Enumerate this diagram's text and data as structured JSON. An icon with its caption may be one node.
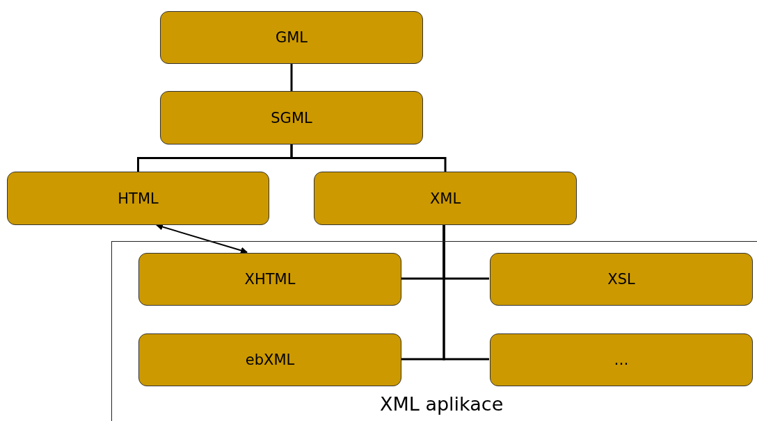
{
  "diagram": {
    "nodes": [
      {
        "text": [
          "GML"
        ]
      },
      {
        "text": [
          "SGML"
        ]
      },
      {
        "text": [
          "HTML"
        ]
      },
      {
        "text": [
          "XML"
        ]
      },
      {
        "text": [
          "XML aplikace"
        ]
      },
      {
        "text": [
          "XHTML"
        ],
        "in": 4
      },
      {
        "text": [
          "XSL"
        ],
        "in": 4
      },
      {
        "text": [
          "ebXML"
        ],
        "in": 4
      },
      {
        "text": [
          "…"
        ],
        "in": 4
      }
    ],
    "edges": [
      {
        "from": 0,
        "to": 1,
        "arrow": "none"
      },
      {
        "from": 1,
        "to": 2,
        "arrow": "none"
      },
      {
        "from": 1,
        "to": 3,
        "arrow": "none"
      },
      {
        "from": 3,
        "to": 5,
        "arrow": "none"
      },
      {
        "from": 3,
        "to": 6,
        "arrow": "none"
      },
      {
        "from": 3,
        "to": 7,
        "arrow": "none"
      },
      {
        "from": 3,
        "to": 8,
        "arrow": "none"
      },
      {
        "from": 2,
        "to": 5,
        "arrow": "both"
      }
    ]
  }
}
